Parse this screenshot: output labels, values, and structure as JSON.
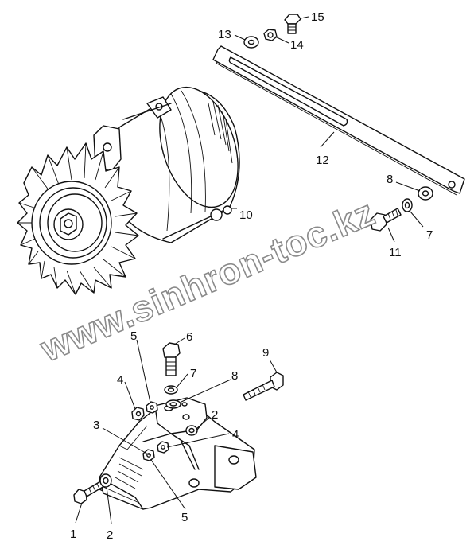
{
  "watermark": "www.sinhron-toc.kz",
  "callouts": {
    "c1": "1",
    "c2a": "2",
    "c2b": "2",
    "c3": "3",
    "c4a": "4",
    "c4b": "4",
    "c5a": "5",
    "c5b": "5",
    "c6": "6",
    "c7a": "7",
    "c7b": "7",
    "c8a": "8",
    "c8b": "8",
    "c9": "9",
    "c10": "10",
    "c11": "11",
    "c12": "12",
    "c13": "13",
    "c14": "14",
    "c15": "15"
  }
}
